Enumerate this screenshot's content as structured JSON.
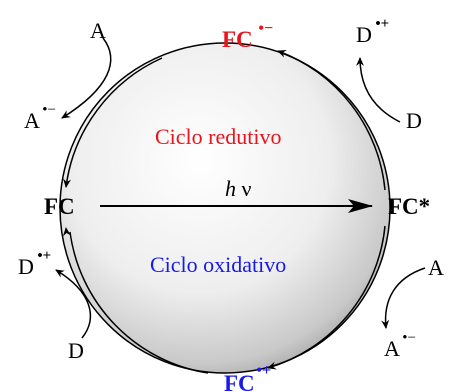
{
  "colors": {
    "reductive": "#e8141c",
    "oxidative": "#1a1ae6",
    "ink": "#000000"
  },
  "labels": {
    "fc_ground": "FC",
    "fc_excited": "FC*",
    "fc_radical_anion": "FC",
    "fc_radical_anion_sup": "•−",
    "fc_radical_cation": "FC",
    "fc_radical_cation_sup": "•+",
    "hv_h": "h",
    "hv_nu": "ν",
    "reductive_cycle": "Ciclo redutivo",
    "oxidative_cycle": "Ciclo oxidativo",
    "a_top_left": "A",
    "a_rad_anion_top_left": "A",
    "a_rad_anion_top_left_sup": "•−",
    "d_rad_cation_top_right": "D",
    "d_rad_cation_top_right_sup": "•+",
    "d_top_right": "D",
    "a_bottom_right": "A",
    "a_rad_anion_bottom_right": "A",
    "a_rad_anion_bottom_right_sup": "•−",
    "d_rad_cation_bottom_left": "D",
    "d_rad_cation_bottom_left_sup": "•+",
    "d_bottom_left": "D"
  }
}
